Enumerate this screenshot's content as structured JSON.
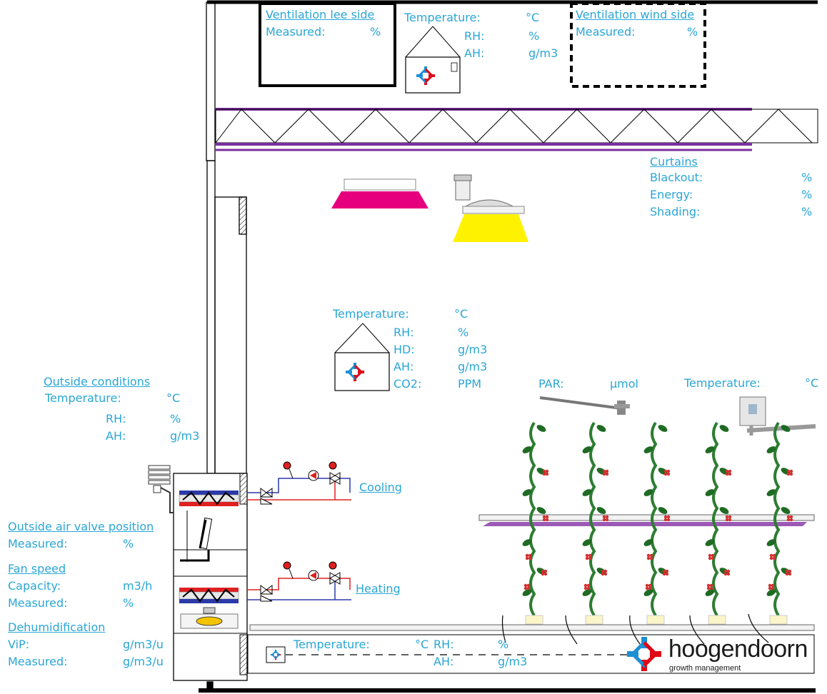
{
  "colors": {
    "label": "#2aa6d6",
    "structure": "#000000",
    "curtain": "#7b2fa0",
    "lamp_magenta": "#e6007e",
    "lamp_yellow": "#fff200",
    "cold_pipe": "#2b3aa8",
    "hot_pipe": "#e02020",
    "plant_stem": "#2e7d32",
    "fruit": "#d32f2f",
    "logo_blue": "#1d8fd3",
    "logo_red": "#e30613",
    "logo_text": "#1a1a1a"
  },
  "icons": [
    "climate-sensor-icon",
    "hogendoorn-logo-icon",
    "pump-icon",
    "valve-icon",
    "fan-icon",
    "heat-exchanger-icon",
    "par-sensor-icon",
    "weather-hut-icon"
  ],
  "vent_lee": {
    "title": "Ventilation lee side",
    "measured_label": "Measured:",
    "measured_unit": "%"
  },
  "vent_wind": {
    "title": "Ventilation wind side",
    "measured_label": "Measured:",
    "measured_unit": "%"
  },
  "top_sensor": {
    "temp_label": "Temperature:",
    "temp_unit": "°C",
    "rh_label": "RH:",
    "rh_unit": "%",
    "ah_label": "AH:",
    "ah_unit": "g/m3"
  },
  "curtains": {
    "title": "Curtains",
    "blackout_label": "Blackout:",
    "blackout_unit": "%",
    "energy_label": "Energy:",
    "energy_unit": "%",
    "shading_label": "Shading:",
    "shading_unit": "%"
  },
  "mid_sensor": {
    "temp_label": "Temperature:",
    "temp_unit": "°C",
    "rh_label": "RH:",
    "rh_unit": "%",
    "hd_label": "HD:",
    "hd_unit": "g/m3",
    "ah_label": "AH:",
    "ah_unit": "g/m3",
    "co2_label": "CO2:",
    "co2_unit": "PPM"
  },
  "par": {
    "label": "PAR:",
    "unit": "μmol"
  },
  "crop_temp": {
    "label": "Temperature:",
    "unit": "°C"
  },
  "outside": {
    "title": "Outside conditions",
    "temp_label": "Temperature:",
    "temp_unit": "°C",
    "rh_label": "RH:",
    "rh_unit": "%",
    "ah_label": "AH:",
    "ah_unit": "g/m3"
  },
  "cooling": {
    "label": "Cooling"
  },
  "heating": {
    "label": "Heating"
  },
  "air_valve": {
    "title": "Outside air valve position",
    "measured_label": "Measured:",
    "measured_unit": "%"
  },
  "fan": {
    "title": "Fan speed",
    "capacity_label": "Capacity:",
    "capacity_unit": "m3/h",
    "measured_label": "Measured:",
    "measured_unit": "%"
  },
  "dehum": {
    "title": "Dehumidification",
    "vip_label": "ViP:",
    "vip_unit": "g/m3/u",
    "measured_label": "Measured:",
    "measured_unit": "g/m3/u"
  },
  "duct": {
    "temp_label": "Temperature:",
    "temp_unit": "°C",
    "rh_label": "RH:",
    "rh_unit": "%",
    "ah_label": "AH:",
    "ah_unit": "g/m3"
  },
  "logo": {
    "name": "hoogendoorn",
    "tagline": "growth management"
  }
}
